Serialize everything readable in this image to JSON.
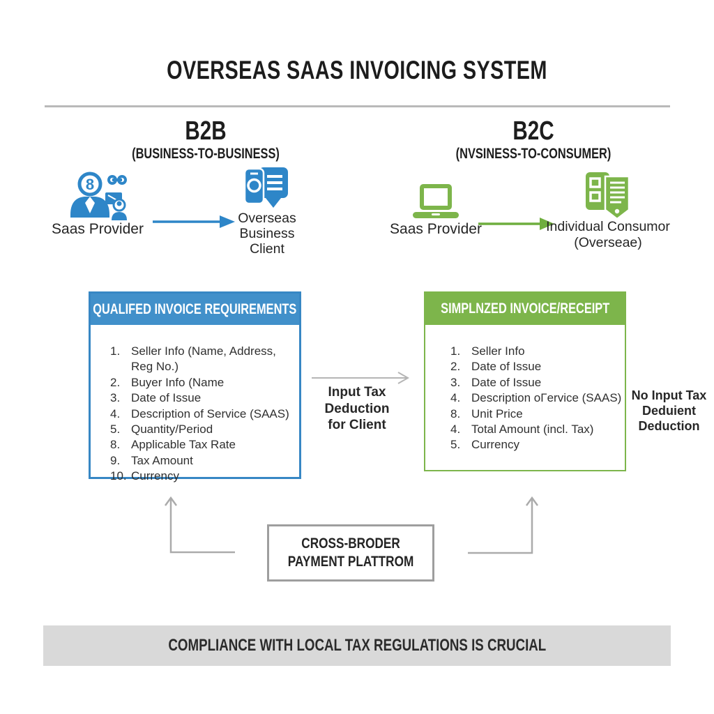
{
  "title": "OVERSEAS SAAS INVOICING SYSTEM",
  "colors": {
    "blue_accent": "#3787c4",
    "blue_header_bg": "#4190ca",
    "green_accent": "#7db54b",
    "gray_arrow": "#ababab",
    "footer_bg": "#d9d9d9"
  },
  "b2b": {
    "heading": "B2B",
    "subheading": "(BUSINESS-TO-BUSINESS)",
    "provider_label": "Saas Provider",
    "client_label_lines": [
      "Overseas",
      "Business",
      "Client"
    ],
    "box": {
      "header": "QUALIFED INVOICE REQUIREMENTS",
      "items": [
        {
          "num": "1.",
          "text": "Seller Info (Name, Address, Reg No.)"
        },
        {
          "num": "2.",
          "text": "Buyer Info (Name"
        },
        {
          "num": "3.",
          "text": "Date of Issue"
        },
        {
          "num": "4.",
          "text": "Description of Service (SAAS)"
        },
        {
          "num": "5.",
          "text": "Quantity/Period"
        },
        {
          "num": "8.",
          "text": "Applicable Tax Rate"
        },
        {
          "num": "9.",
          "text": "Tax Amount"
        },
        {
          "num": "10.",
          "text": "Currency"
        }
      ]
    },
    "note_lines": [
      "Input Tax",
      "Deduction",
      "for Client"
    ]
  },
  "b2c": {
    "heading": "B2C",
    "subheading": "(NVSINESS-TO-CONSUMER)",
    "provider_label": "Saas Provider",
    "consumer_label_lines": [
      "Individual Consumor",
      "(Overseae)"
    ],
    "box": {
      "header": "SIMPLNZED INVOICE/RECEIPT",
      "items": [
        {
          "num": "1.",
          "text": "Seller Info"
        },
        {
          "num": "2.",
          "text": "Date of Issue"
        },
        {
          "num": "3.",
          "text": "Date of Issue"
        },
        {
          "num": "4.",
          "text": "Description oΓervice (SAAS)"
        },
        {
          "num": "8.",
          "text": "Unit Price"
        },
        {
          "num": "4.",
          "text": "Total Amount (incl. Tax)"
        },
        {
          "num": "5.",
          "text": "Currency"
        }
      ]
    },
    "note_lines": [
      "No Input Tax",
      "Deduient",
      "Deduction"
    ]
  },
  "payment_box_lines": [
    "CROSS-BRODER",
    "PAYMENT PLATTROM"
  ],
  "footer": "COMPLIANCE WITH LOCAL TAX REGULATIONS IS CRUCIAL"
}
